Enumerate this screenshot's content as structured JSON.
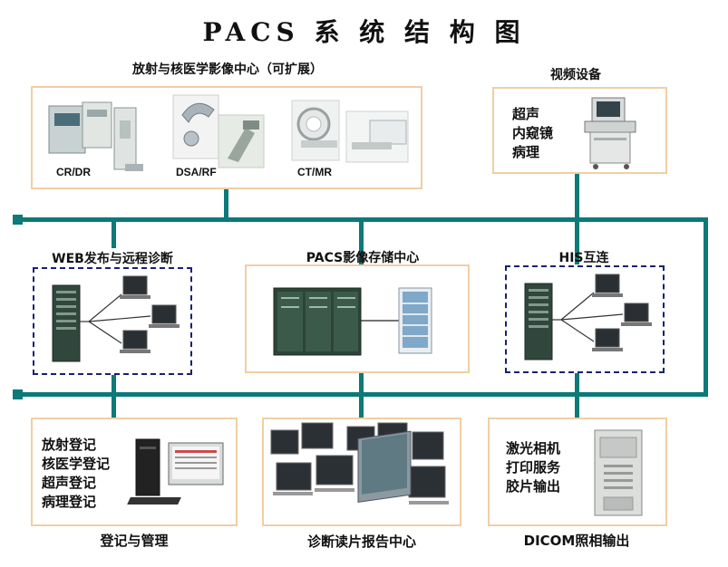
{
  "title": "PACS 系 统 结 构 图",
  "radiology": {
    "label": "放射与核医学影像中心（可扩展）",
    "devices": [
      "CR/DR",
      "DSA/RF",
      "CT/MR"
    ]
  },
  "video": {
    "label": "视频设备",
    "items": [
      "超声",
      "内窥镜",
      "病理"
    ]
  },
  "web": {
    "label": "WEB发布与远程诊断"
  },
  "storage": {
    "label": "PACS影像存储中心"
  },
  "his": {
    "label": "HIS互连"
  },
  "registration": {
    "items": [
      "放射登记",
      "核医学登记",
      "超声登记",
      "病理登记"
    ],
    "label": "登记与管理"
  },
  "diagnosis": {
    "label": "诊断读片报告中心"
  },
  "dicom": {
    "items": [
      "激光相机",
      "打印服务",
      "胶片输出"
    ],
    "label": "DICOM照相输出"
  },
  "colors": {
    "bus": "#0b7a78",
    "box_border": "#f0cfa3",
    "dashed_border": "#1a1f73"
  }
}
